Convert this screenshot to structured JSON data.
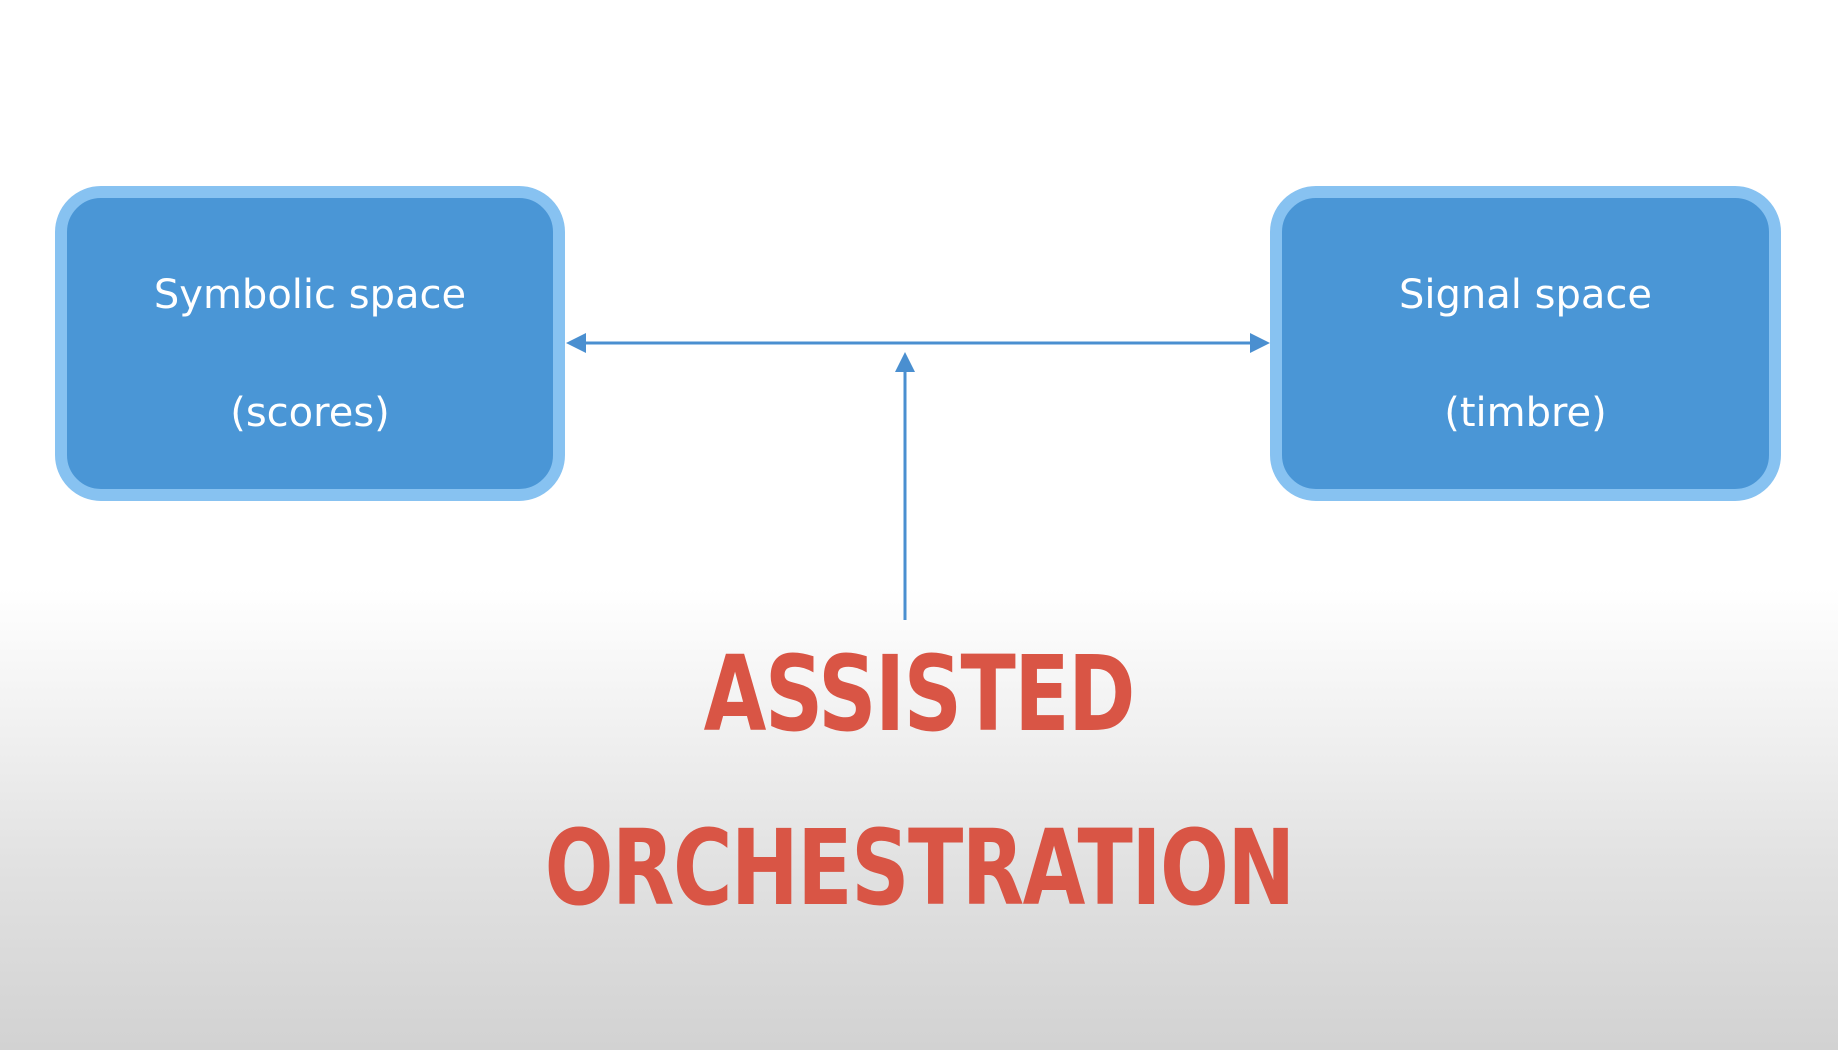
{
  "nodes": {
    "symbolic": {
      "line1": "Symbolic space",
      "line2": "(scores)"
    },
    "signal": {
      "line1": "Signal space",
      "line2": "(timbre)"
    }
  },
  "caption": {
    "line1": "ASSISTED",
    "line2": "ORCHESTRATION"
  },
  "colors": {
    "box_fill": "#4a96d6",
    "box_border": "#87c2f1",
    "arrow": "#4a8fd0",
    "caption": "#d95545"
  }
}
